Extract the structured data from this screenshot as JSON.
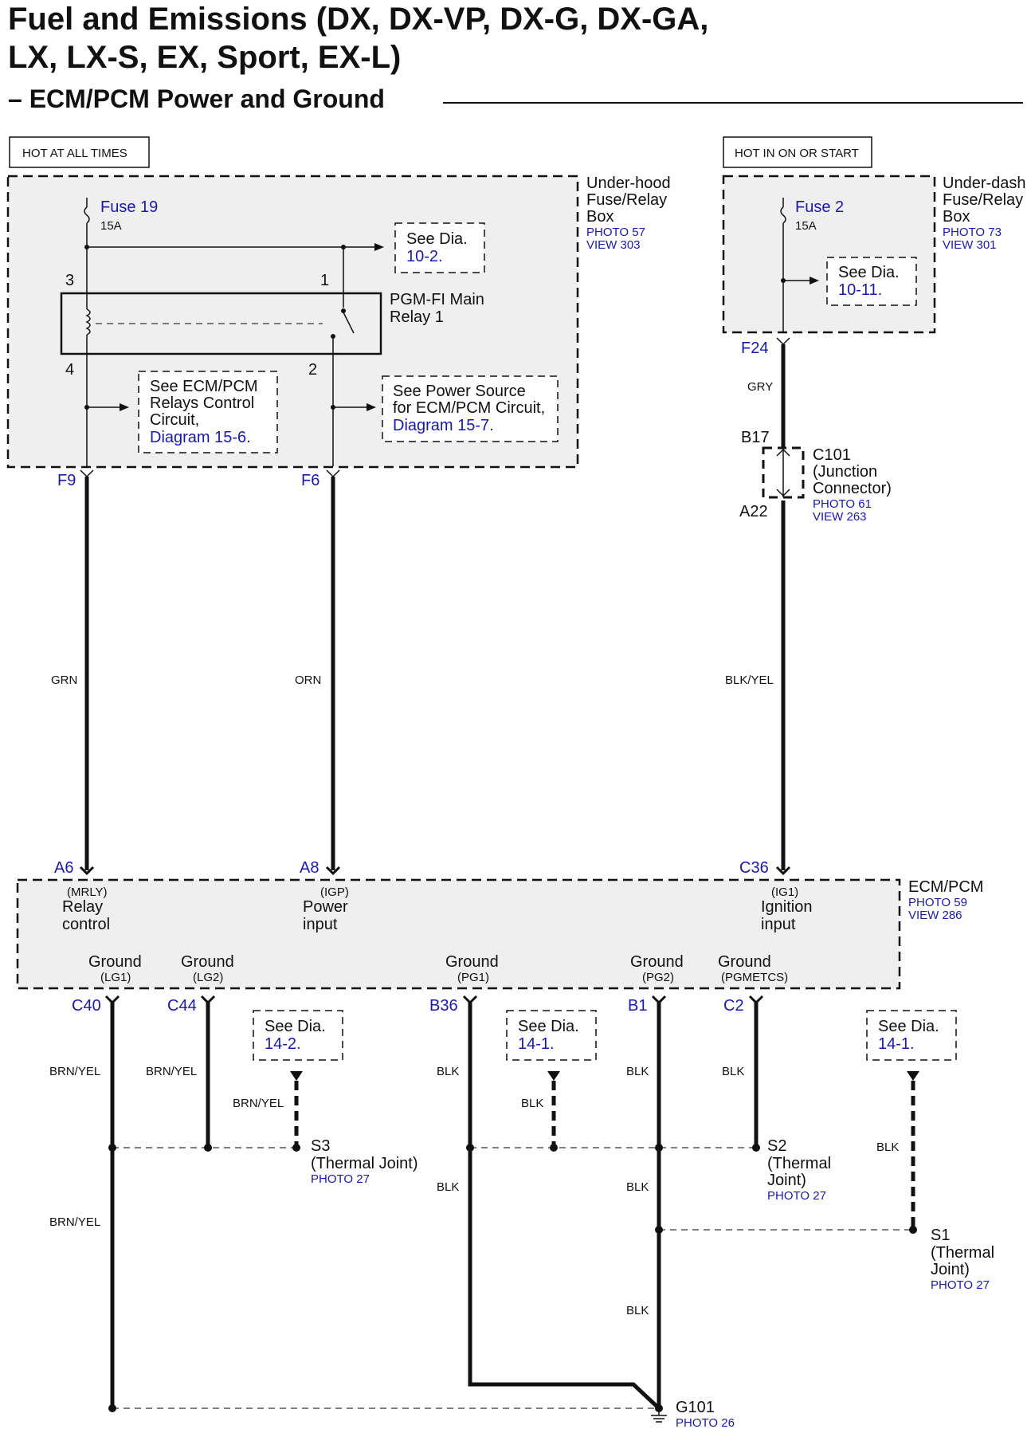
{
  "title": {
    "line1": "Fuel and Emissions (DX, DX-VP, DX-G, DX-GA,",
    "line2": "LX, LX-S, EX, Sport, EX-L)",
    "line3": "– ECM/PCM Power and Ground"
  },
  "sources": {
    "hot_at_all_times": "HOT AT ALL TIMES",
    "hot_in_on_or_start": "HOT IN ON OR START"
  },
  "underhood_box": {
    "name_lines": [
      "Under-hood",
      "Fuse/Relay",
      "Box"
    ],
    "photo": "PHOTO 57",
    "view": "VIEW 303",
    "fuse_name": "Fuse 19",
    "fuse_rating": "15A",
    "see_dia_lines": [
      "See Dia.",
      "10-2."
    ],
    "relay_lines": [
      "PGM-FI Main",
      "Relay 1"
    ],
    "pins": [
      "3",
      "1",
      "4",
      "2"
    ],
    "ecm_relay_note": [
      "See ECM/PCM",
      "Relays Control",
      "Circuit,",
      "Diagram 15-6."
    ],
    "power_source_note": [
      "See Power Source",
      "for ECM/PCM Circuit,",
      "Diagram 15-7."
    ],
    "out_pins": [
      "F9",
      "F6"
    ]
  },
  "underdash_box": {
    "name_lines": [
      "Under-dash",
      "Fuse/Relay",
      "Box"
    ],
    "photo": "PHOTO 73",
    "view": "VIEW 301",
    "fuse_name": "Fuse 2",
    "fuse_rating": "15A",
    "see_dia_lines": [
      "See Dia.",
      "10-11."
    ],
    "out_pin": "F24"
  },
  "c101": {
    "pin_top": "B17",
    "pin_bottom": "A22",
    "name_lines": [
      "C101",
      "(Junction",
      "Connector)"
    ],
    "photo": "PHOTO 61",
    "view": "VIEW 263"
  },
  "wire_colors": {
    "grn": "GRN",
    "orn": "ORN",
    "gry": "GRY",
    "blk_yel": "BLK/YEL",
    "brn_yel": "BRN/YEL",
    "blk": "BLK"
  },
  "ecm": {
    "name": "ECM/PCM",
    "photo": "PHOTO 59",
    "view": "VIEW 286",
    "inputs": [
      {
        "pin": "A6",
        "code": "(MRLY)",
        "label": [
          "Relay",
          "control"
        ]
      },
      {
        "pin": "A8",
        "code": "(IGP)",
        "label": [
          "Power",
          "input"
        ]
      },
      {
        "pin": "C36",
        "code": "(IG1)",
        "label": [
          "Ignition",
          "input"
        ]
      }
    ],
    "grounds": [
      {
        "pin": "C40",
        "label": "Ground",
        "code": "(LG1)"
      },
      {
        "pin": "C44",
        "label": "Ground",
        "code": "(LG2)"
      },
      {
        "pin": "B36",
        "label": "Ground",
        "code": "(PG1)"
      },
      {
        "pin": "B1",
        "label": "Ground",
        "code": "(PG2)"
      },
      {
        "pin": "C2",
        "label": "Ground",
        "code": "(PGMETCS)"
      }
    ]
  },
  "ground_refs": {
    "s3_ref": [
      "See Dia.",
      "14-2."
    ],
    "s2_ref": [
      "See Dia.",
      "14-1."
    ],
    "s1_ref": [
      "See Dia.",
      "14-1."
    ]
  },
  "splices": {
    "s3": {
      "name": "S3",
      "desc": [
        "(Thermal Joint)"
      ],
      "photo": "PHOTO 27"
    },
    "s2": {
      "name": "S2",
      "desc": [
        "(Thermal",
        "Joint)"
      ],
      "photo": "PHOTO 27"
    },
    "s1": {
      "name": "S1",
      "desc": [
        "(Thermal",
        "Joint)"
      ],
      "photo": "PHOTO 27"
    }
  },
  "g101": {
    "name": "G101",
    "photo": "PHOTO 26"
  },
  "colors": {
    "ink": "#111111",
    "link_blue": "#1a1aa6",
    "box_fill": "#efefef"
  }
}
